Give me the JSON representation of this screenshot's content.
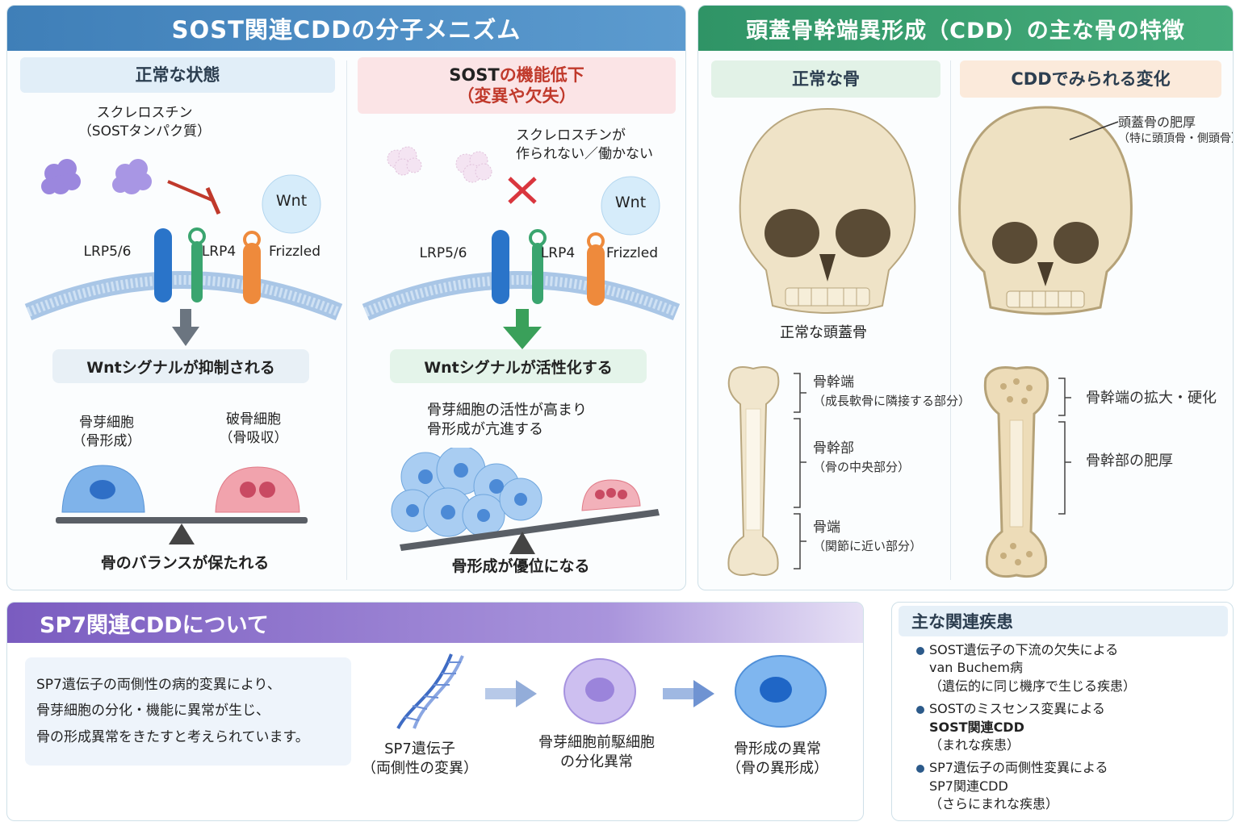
{
  "colors": {
    "blue_header": "#4a88bf",
    "green_header": "#3a9a6a",
    "purple_header": "#8a6fc6",
    "red": "#c0392b",
    "green_arrow": "#3aa05a"
  },
  "sost_panel": {
    "title": "SOST関連CDDの分子メニズム",
    "normal": {
      "heading": "正常な状態",
      "sclerostin_label": "スクレロスチン",
      "sclerostin_sub": "（SOSTタンパク質）",
      "wnt": "Wnt",
      "receptors": [
        "LRP5/6",
        "LRP4",
        "Frizzled"
      ],
      "result": "Wntシグナルが抑制される",
      "osteoblast_label": "骨芽細胞",
      "osteoblast_sub": "（骨形成）",
      "osteoclast_label": "破骨細胞",
      "osteoclast_sub": "（骨吸収）",
      "balance": "骨のバランスが保たれる"
    },
    "loss": {
      "heading_a": "SOST",
      "heading_b": "の機能低下",
      "heading_sub": "（変異や欠失）",
      "note_line1": "スクレロスチンが",
      "note_line2": "作られない／働かない",
      "wnt": "Wnt",
      "receptors": [
        "LRP5/6",
        "LRP4",
        "Frizzled"
      ],
      "result": "Wntシグナルが活性化する",
      "desc_line1": "骨芽細胞の活性が高まり",
      "desc_line2": "骨形成が亢進する",
      "balance": "骨形成が優位になる"
    }
  },
  "cdd_panel": {
    "title": "頭蓋骨幹端異形成（CDD）の主な骨の特徴",
    "normal_heading": "正常な骨",
    "changes_heading": "CDDでみられる変化",
    "normal_skull_label": "正常な頭蓋骨",
    "skull_annot": "頭蓋骨の肥厚",
    "skull_annot_sub": "（特に頭頂骨・側頭骨）",
    "bone_parts": [
      {
        "name": "骨幹端",
        "desc": "（成長軟骨に隣接する部分）"
      },
      {
        "name": "骨幹部",
        "desc": "（骨の中央部分）"
      },
      {
        "name": "骨端",
        "desc": "（関節に近い部分）"
      }
    ],
    "cdd_changes": [
      "骨幹端の拡大・硬化",
      "骨幹部の肥厚"
    ]
  },
  "sp7_panel": {
    "title": "SP7関連CDDについて",
    "text_lines": [
      "SP7遺伝子の両側性の病的変異により、",
      "骨芽細胞の分化・機能に異常が生じ、",
      "骨の形成異常をきたすと考えられています。"
    ],
    "steps": [
      {
        "line1": "SP7遺伝子",
        "line2": "（両側性の変異）"
      },
      {
        "line1": "骨芽細胞前駆細胞",
        "line2": "の分化異常"
      },
      {
        "line1": "骨形成の異常",
        "line2": "（骨の異形成）"
      }
    ]
  },
  "disease_panel": {
    "title": "主な関連疾患",
    "items": [
      {
        "l1": "SOST遺伝子の下流の欠失による",
        "l2": "van Buchem病",
        "l3": "（遺伝的に同じ機序で生じる疾患）"
      },
      {
        "l1": "SOSTのミスセンス変異による",
        "l2": "SOST関連CDD",
        "l3": "（まれな疾患）"
      },
      {
        "l1": "SP7遺伝子の両側性変異による",
        "l2": "SP7関連CDD",
        "l3": "（さらにまれな疾患）"
      }
    ]
  }
}
